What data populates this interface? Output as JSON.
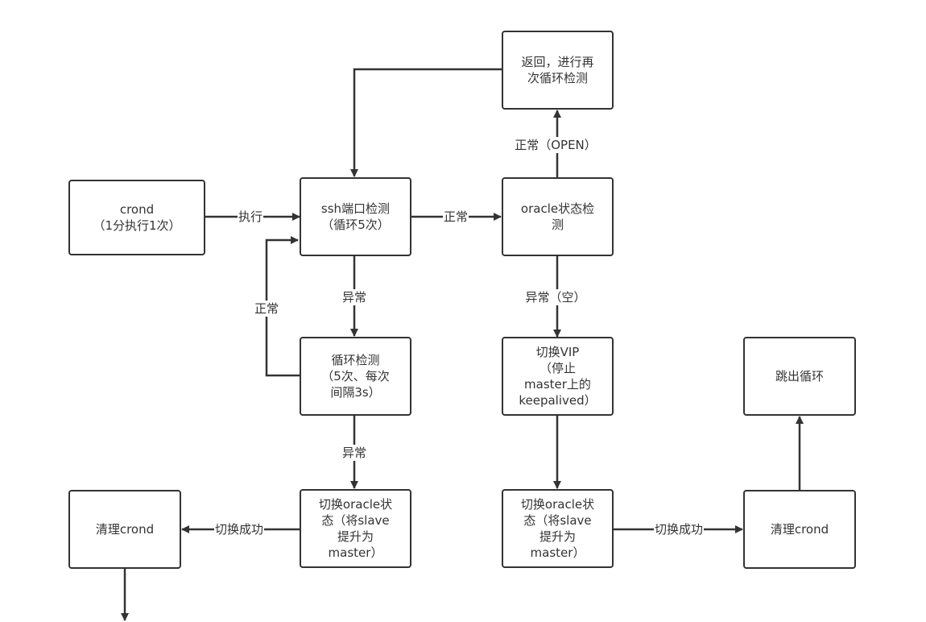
{
  "nodes": {
    "crond": "crond\n（1分执行1次）",
    "ssh_check": "ssh端口检测\n（循环5次）",
    "oracle_check": "oracle状态检\n测",
    "return_loop": "返回，进行再\n次循环检测",
    "loop_check": "循环检测\n（5次、每次\n间隔3s）",
    "switch_vip": "切换VIP\n（停止\nmaster上的\nkeepalived）",
    "exit_loop": "跳出循环",
    "clean_crond_left": "清理crond",
    "switch_oracle_left": "切换oracle状\n态（将slave\n提升为\nmaster）",
    "switch_oracle_right": "切换oracle状\n态（将slave\n提升为\nmaster）",
    "clean_crond_right": "清理crond"
  },
  "edges": {
    "execute": "执行",
    "normal_ssh_oracle": "正常",
    "normal_open": "正常（OPEN）",
    "abnormal_ssh": "异常",
    "normal_loop_back": "正常",
    "abnormal_empty": "异常（空）",
    "abnormal_loop": "异常",
    "switch_success_left": "切换成功",
    "switch_success_right": "切换成功"
  },
  "colors": {
    "stroke": "#333333",
    "text": "#333333",
    "background": "#ffffff"
  }
}
